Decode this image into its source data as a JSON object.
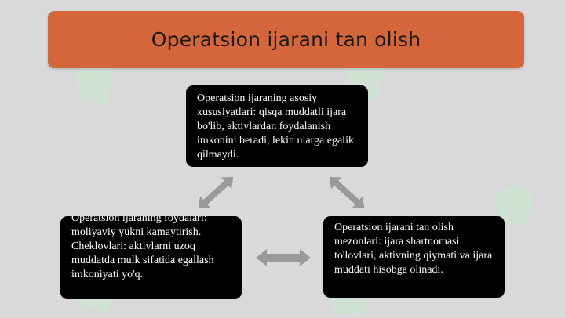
{
  "slide": {
    "title": "Operatsion ijarani tan olish",
    "boxes": {
      "top": "Operatsion ijaraning asosiy xususiyatlari: qisqa muddatli ijara bo'lib, aktivlardan foydalanish imkonini beradi, lekin ularga egalik qilmaydi.",
      "left": "Operatsion ijaraning foydalari: moliyaviy yukni kamaytirish. Cheklovlari: aktivlarni uzoq muddatda mulk sifatida egallash imkoniyati yo'q.",
      "right": "Operatsion ijarani tan olish mezonlari: ijara shartnomasi to'lovlari, aktivning qiymati va ijara muddati hisobga olinadi."
    }
  },
  "colors": {
    "background": "#d9d9d9",
    "title_bar": "#d5663b",
    "box_fill": "#000000",
    "arrow_fill": "#9a9a9a"
  },
  "icons": [
    "watermark-logo",
    "double-arrow"
  ]
}
